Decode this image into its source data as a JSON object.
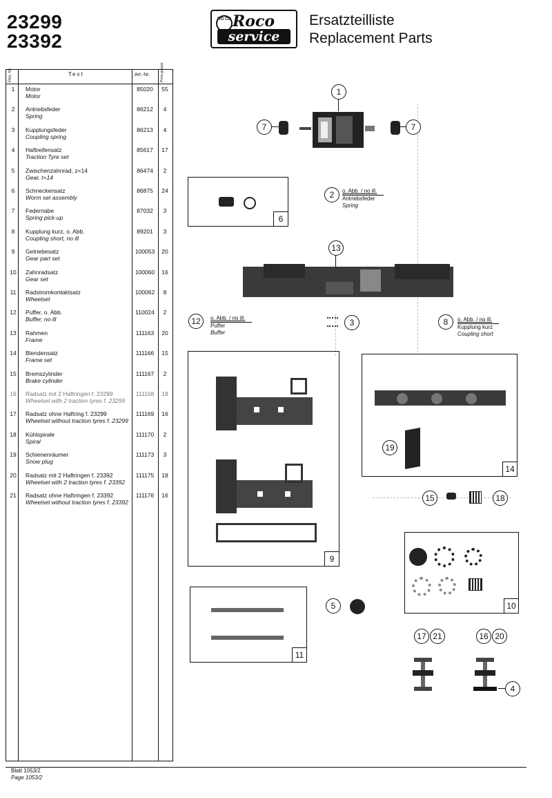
{
  "header": {
    "model_numbers": [
      "23299",
      "23392"
    ],
    "logo_brand": "Roco",
    "logo_service": "service",
    "logo_circle": "RO CO",
    "title_de": "Ersatzteilliste",
    "title_en": "Replacement Parts"
  },
  "table": {
    "col_pos": "Pos. Nr.",
    "col_text": "Text",
    "col_art": "Art.-Nr.",
    "col_qty": "Preis-gruppe",
    "rows": [
      {
        "pos": "1",
        "de": "Motor",
        "en": "Motor",
        "art": "85020",
        "qty": "55"
      },
      {
        "pos": "2",
        "de": "Antriebsfeder",
        "en": "Spring",
        "art": "86212",
        "qty": "4"
      },
      {
        "pos": "3",
        "de": "Kupplungsfeder",
        "en": "Coupling spring",
        "art": "86213",
        "qty": "4"
      },
      {
        "pos": "4",
        "de": "Haftreifensatz",
        "en": "Traction Tyre set",
        "art": "85617",
        "qty": "17"
      },
      {
        "pos": "5",
        "de": "Zwischenzahnrad, z=14",
        "en": "Gear, t=14",
        "art": "86474",
        "qty": "2"
      },
      {
        "pos": "6",
        "de": "Schneckensatz",
        "en": "Worm set assembly",
        "art": "86875",
        "qty": "24"
      },
      {
        "pos": "7",
        "de": "Federnabe",
        "en": "Spring pick-up",
        "art": "87032",
        "qty": "3"
      },
      {
        "pos": "8",
        "de": "Kupplung kurz, o. Abb.",
        "en": "Coupling short, no ill",
        "art": "89201",
        "qty": "3"
      },
      {
        "pos": "9",
        "de": "Getriebesatz",
        "en": "Gear part set",
        "art": "100053",
        "qty": "20"
      },
      {
        "pos": "10",
        "de": "Zahnradsatz",
        "en": "Gear set",
        "art": "100060",
        "qty": "16"
      },
      {
        "pos": "11",
        "de": "Radstromkontaktsatz",
        "en": "Wheelset",
        "art": "100062",
        "qty": "8"
      },
      {
        "pos": "12",
        "de": "Puffer, o. Abb.",
        "en": "Buffer, no ill",
        "art": "110024",
        "qty": "2"
      },
      {
        "pos": "13",
        "de": "Rahmen",
        "en": "Frame",
        "art": "111163",
        "qty": "20"
      },
      {
        "pos": "14",
        "de": "Blendensatz",
        "en": "Frame set",
        "art": "111166",
        "qty": "15"
      },
      {
        "pos": "15",
        "de": "Bremszylinder",
        "en": "Brake cylinder",
        "art": "111167",
        "qty": "2"
      },
      {
        "pos": "16",
        "de": "Radsatz mit 2 Haftringen f. 23299",
        "en": "Wheelset with 2 traction tyres f. 23299",
        "art": "111168",
        "qty": "18"
      },
      {
        "pos": "17",
        "de": "Radsatz ohne Haftring f. 23299",
        "en": "Wheelset without traction tyres f. 23299",
        "art": "111169",
        "qty": "16"
      },
      {
        "pos": "18",
        "de": "Kühlspirale",
        "en": "Spiral",
        "art": "111170",
        "qty": "2"
      },
      {
        "pos": "19",
        "de": "Schienenräumer",
        "en": "Snow plug",
        "art": "111173",
        "qty": "3"
      },
      {
        "pos": "20",
        "de": "Radsatz mit 2 Haftringen f. 23392",
        "en": "Wheelset with 2 traction tyres f. 23392",
        "art": "111175",
        "qty": "18"
      },
      {
        "pos": "21",
        "de": "Radsatz ohne Haftringen f. 23392",
        "en": "Wheelset without traction tyres f. 23392",
        "art": "111176",
        "qty": "16"
      }
    ]
  },
  "footer": {
    "sheet_de": "Blatt 1053/2",
    "sheet_en": "Page 1053/2"
  },
  "drawing": {
    "callouts": {
      "c1": "1",
      "c7a": "7",
      "c7b": "7",
      "c2": "2",
      "c13": "13",
      "c12": "12",
      "c3": "3",
      "c8": "8",
      "c19": "19",
      "c15": "15",
      "c18": "18",
      "c5": "5",
      "c17": "17",
      "c21": "21",
      "c16": "16",
      "c20": "20",
      "c4": "4"
    },
    "frames": {
      "f6": "6",
      "f9": "9",
      "f14": "14",
      "f10": "10",
      "f11": "11"
    },
    "note2": {
      "tag": "o. Abb. / no ill.",
      "de": "Antriebsfeder",
      "en": "Spring"
    },
    "note12": {
      "tag": "o. Abb. / no ill.",
      "de": "Puffer",
      "en": "Buffer"
    },
    "note8": {
      "tag": "o. Abb. / no ill.",
      "de": "Kupplung kurz",
      "en": "Coupling short"
    }
  }
}
